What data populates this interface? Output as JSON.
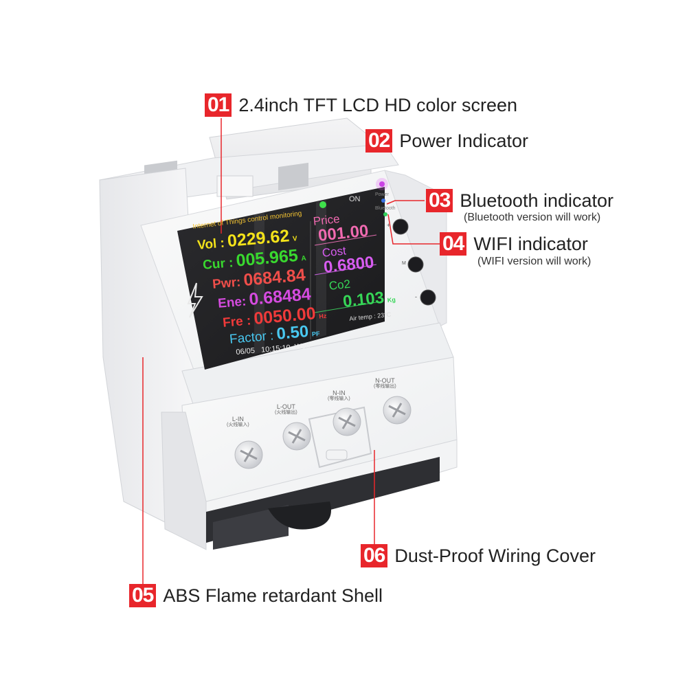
{
  "callouts": [
    {
      "num": "01",
      "label": "2.4inch TFT LCD HD color screen"
    },
    {
      "num": "02",
      "label": "Power Indicator"
    },
    {
      "num": "03",
      "label": "Bluetooth indicator",
      "sub": "(Bluetooth version will work)"
    },
    {
      "num": "04",
      "label": "WIFI indicator",
      "sub": "(WIFI version will work)"
    },
    {
      "num": "05",
      "label": "ABS Flame retardant Shell"
    },
    {
      "num": "06",
      "label": "Dust-Proof Wiring Cover"
    }
  ],
  "screen": {
    "header": "Internet of Things control monitoring",
    "switch_label": "ON",
    "vol_label": "Vol :",
    "vol_value": "0229.62",
    "vol_unit": "V",
    "cur_label": "Cur :",
    "cur_value": "005.965",
    "cur_unit": "A",
    "pwr_label": "Pwr:",
    "pwr_value": "0684.84",
    "ene_label": "Ene:",
    "ene_value": "0.68484",
    "fre_label": "Fre :",
    "fre_value": "0050.00",
    "fre_unit": "Hz",
    "factor_label": "Factor :",
    "factor_value": "0.50",
    "factor_unit": "PF",
    "date": "06/05",
    "time": "10:15:10",
    "day": "Wed",
    "price_label": "Price",
    "price_value": "001.00",
    "cost_label": "Cost",
    "cost_value": "0.6800",
    "co2_label": "Co2",
    "co2_value": "0.103",
    "co2_unit": "Kg",
    "air_temp": "Air temp :  23°C"
  },
  "device": {
    "indicator_power": "Power",
    "indicator_bluetooth": "Bluetooth",
    "button_plus": "+",
    "button_m": "M",
    "button_minus": "-",
    "terminals": [
      {
        "name": "L-IN",
        "cn": "(火线输入)"
      },
      {
        "name": "L-OUT",
        "cn": "(火线输出)"
      },
      {
        "name": "N-IN",
        "cn": "(零线输入)"
      },
      {
        "name": "N-OUT",
        "cn": "(零线输出)"
      }
    ]
  },
  "colors": {
    "accent_red": "#e8262b",
    "vol": "#f3e21a",
    "cur": "#39d82f",
    "pwr": "#ef4e4a",
    "ene": "#d54bdf",
    "fre": "#ef3a3a",
    "factor": "#49c8f0",
    "price": "#f06ab0",
    "cost": "#d75cf0",
    "co2": "#36d657"
  }
}
